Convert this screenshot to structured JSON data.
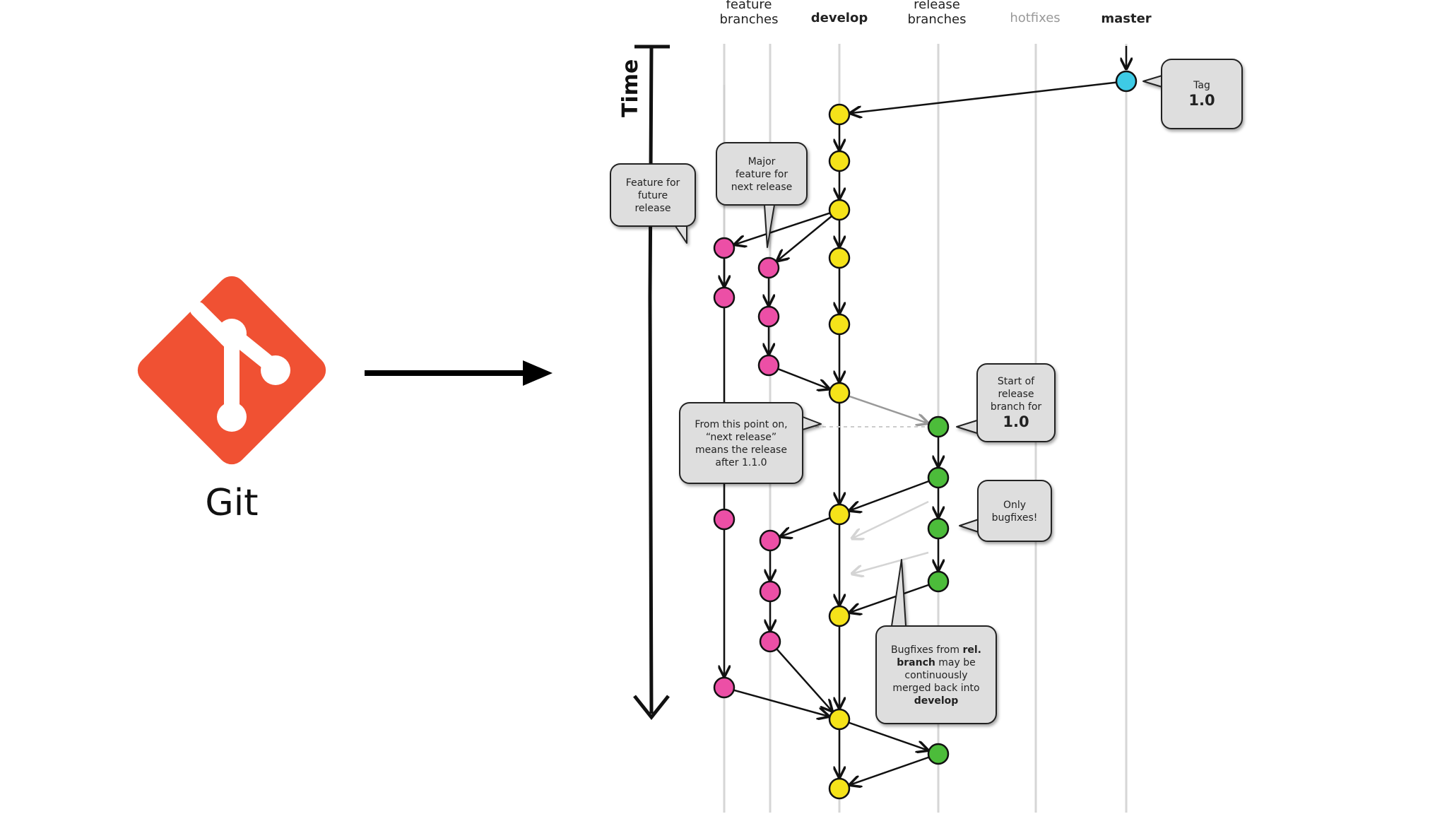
{
  "logo": {
    "label": "Git",
    "color": "#f05133"
  },
  "lanes": [
    {
      "id": "feature",
      "title_lines": [
        "feature",
        "branches"
      ],
      "weight": "normal"
    },
    {
      "id": "develop",
      "title_lines": [
        "develop"
      ],
      "weight": "bold"
    },
    {
      "id": "release",
      "title_lines": [
        "release",
        "branches"
      ],
      "weight": "normal"
    },
    {
      "id": "hotfixes",
      "title_lines": [
        "hotfixes"
      ],
      "weight": "muted"
    },
    {
      "id": "master",
      "title_lines": [
        "master"
      ],
      "weight": "bold"
    }
  ],
  "time_label": "Time",
  "colors": {
    "develop": "#f5e31a",
    "feature": "#ec4fa6",
    "release": "#4cbc3a",
    "master": "#3ecbe6",
    "lane_line": "#d6d6d6",
    "bubble_fill": "#dedede"
  },
  "callouts": [
    {
      "id": "tag",
      "lines": [
        {
          "text": "Tag",
          "style": "normal"
        },
        {
          "text": "1.0",
          "style": "big"
        }
      ]
    },
    {
      "id": "major-feature",
      "lines": [
        {
          "text": "Major",
          "style": "normal"
        },
        {
          "text": "feature for",
          "style": "normal"
        },
        {
          "text": "next release",
          "style": "normal"
        }
      ]
    },
    {
      "id": "future-feature",
      "lines": [
        {
          "text": "Feature for",
          "style": "normal"
        },
        {
          "text": "future",
          "style": "normal"
        },
        {
          "text": "release",
          "style": "normal"
        }
      ]
    },
    {
      "id": "start-release",
      "lines": [
        {
          "text": "Start of",
          "style": "normal"
        },
        {
          "text": "release",
          "style": "normal"
        },
        {
          "text": "branch for",
          "style": "normal"
        },
        {
          "text": "1.0",
          "style": "big"
        }
      ]
    },
    {
      "id": "next-release",
      "lines": [
        {
          "text": "From this point on,",
          "style": "normal"
        },
        {
          "text": "“next release”",
          "style": "normal"
        },
        {
          "text": "means the release",
          "style": "normal"
        },
        {
          "text": "after 1.1.0",
          "style": "normal"
        }
      ]
    },
    {
      "id": "only-bugfixes",
      "lines": [
        {
          "text": "Only",
          "style": "normal"
        },
        {
          "text": "bugfixes!",
          "style": "normal"
        }
      ]
    },
    {
      "id": "bugfixes-merge",
      "lines": [
        {
          "segments": [
            {
              "text": "Bugfixes from ",
              "bold": false
            },
            {
              "text": "rel.",
              "bold": true
            }
          ]
        },
        {
          "segments": [
            {
              "text": "branch",
              "bold": true
            },
            {
              "text": " may be",
              "bold": false
            }
          ]
        },
        {
          "segments": [
            {
              "text": "continuously",
              "bold": false
            }
          ]
        },
        {
          "segments": [
            {
              "text": "merged back into",
              "bold": false
            }
          ]
        },
        {
          "segments": [
            {
              "text": "develop",
              "bold": true
            }
          ]
        }
      ]
    }
  ]
}
